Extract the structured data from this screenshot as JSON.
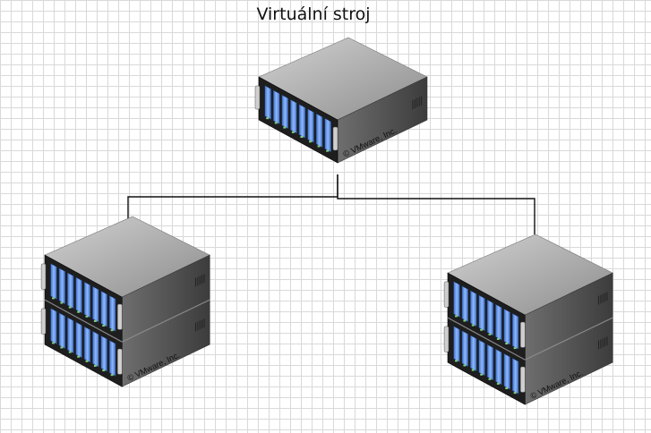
{
  "diagram": {
    "title": "Virtuální stroj",
    "nodes": [
      {
        "id": "top-server",
        "units": 1,
        "copyright": "© VMware, Inc."
      },
      {
        "id": "left-server",
        "units": 2,
        "copyright": "© VMware, Inc."
      },
      {
        "id": "right-server",
        "units": 2,
        "copyright": "© VMware, Inc."
      }
    ],
    "edges": [
      {
        "from": "top-server",
        "to": "left-server"
      },
      {
        "from": "top-server",
        "to": "right-server"
      }
    ],
    "colors": {
      "chassis_top": "#a6a6a6",
      "chassis_side": "#5a5a5a",
      "chassis_front": "#1e1e1e",
      "drive": "#5b8fe0",
      "connector": "#111111"
    }
  }
}
